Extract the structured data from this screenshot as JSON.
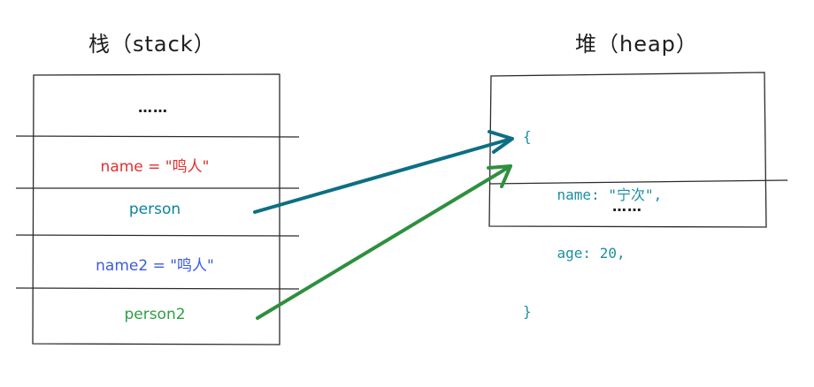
{
  "stack": {
    "title": "栈（stack）",
    "ellipsis": "……",
    "cells": [
      {
        "label": "name = \"鸣人\"",
        "color": "#e03131"
      },
      {
        "label": "person",
        "color": "#0c8599"
      },
      {
        "label": "name2 = \"鸣人\"",
        "color": "#3b5bdb"
      },
      {
        "label": "person2",
        "color": "#2f9e44"
      }
    ]
  },
  "heap": {
    "title": "堆（heap）",
    "object_lines": [
      "{",
      "    name: \"宁次\",",
      "    age: 20,",
      "}"
    ],
    "ellipsis": "……",
    "color": "#0c8599"
  },
  "arrows": [
    {
      "from": "person",
      "to": "heap-object",
      "color": "#0c6f84"
    },
    {
      "from": "person2",
      "to": "heap-object",
      "color": "#2f8f3f"
    }
  ]
}
